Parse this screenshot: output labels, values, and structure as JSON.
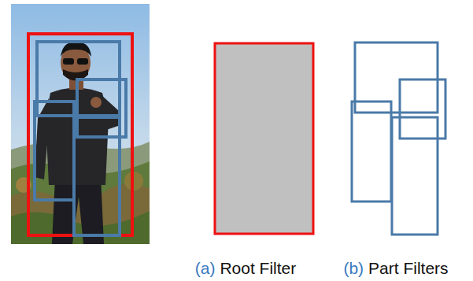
{
  "diagram": {
    "labels": [
      "(a)",
      "Root Filter",
      "(b)",
      "Part Filters"
    ]
  }
}
